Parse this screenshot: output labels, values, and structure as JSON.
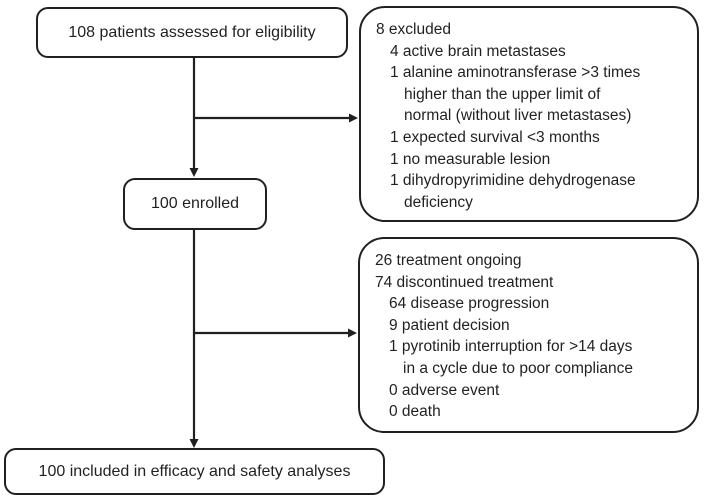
{
  "figure": {
    "type": "patient-flow-diagram",
    "colors": {
      "ink": "#231f20",
      "background": "#ffffff"
    },
    "boxes": {
      "eligibility": {
        "label": "108 patients assessed for eligibility"
      },
      "excluded": {
        "lines": [
          {
            "text": "8 excluded",
            "indent": 0
          },
          {
            "text": "4 active brain metastases",
            "indent": 1
          },
          {
            "text": "1 alanine aminotransferase >3 times",
            "indent": 1
          },
          {
            "text": "higher than the upper limit of",
            "indent": 2
          },
          {
            "text": "normal (without liver metastases)",
            "indent": 2
          },
          {
            "text": "1 expected survival <3 months",
            "indent": 1
          },
          {
            "text": "1 no measurable lesion",
            "indent": 1
          },
          {
            "text": "1 dihydropyrimidine dehydrogenase",
            "indent": 1
          },
          {
            "text": "deficiency",
            "indent": 2
          }
        ]
      },
      "enrolled": {
        "label": "100 enrolled"
      },
      "treatment": {
        "lines": [
          {
            "text": "26 treatment ongoing",
            "indent": 0
          },
          {
            "text": "74 discontinued treatment",
            "indent": 0
          },
          {
            "text": "64 disease progression",
            "indent": 1
          },
          {
            "text": "9 patient decision",
            "indent": 1
          },
          {
            "text": "1 pyrotinib interruption for >14 days",
            "indent": 1
          },
          {
            "text": "in a cycle due to poor compliance",
            "indent": 2
          },
          {
            "text": "0 adverse event",
            "indent": 1
          },
          {
            "text": "0 death",
            "indent": 1
          }
        ]
      },
      "analyses": {
        "label": "100 included in efficacy and safety analyses"
      }
    }
  }
}
